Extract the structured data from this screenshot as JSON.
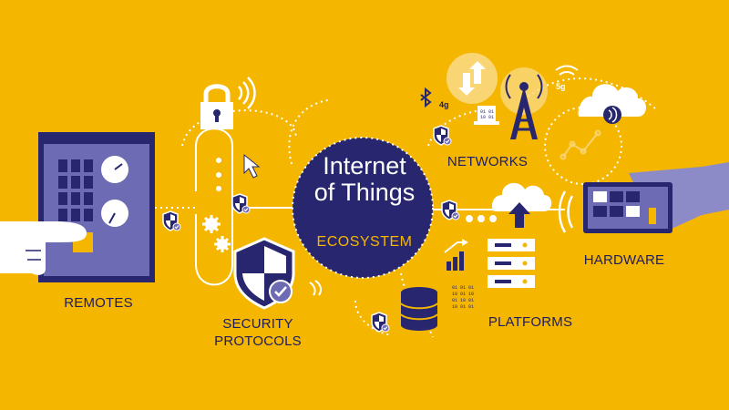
{
  "center": {
    "title": "Internet\nof Things",
    "subtitle": "ECOSYSTEM"
  },
  "labels": {
    "remotes": "REMOTES",
    "security": "SECURITY\nPROTOCOLS",
    "networks": "NETWORKS",
    "platforms": "PLATFORMS",
    "hardware": "HARDWARE"
  },
  "badges": {
    "four_g": "4g",
    "five_g": "5g"
  },
  "colors": {
    "background": "#F5B600",
    "navy": "#27266F",
    "purple": "#6E6BB5",
    "white": "#FFFFFF",
    "lavender": "#8D8BC7"
  },
  "icons": [
    "tablet-remote",
    "lock",
    "wifi",
    "phone-device",
    "cursor",
    "gears",
    "shield",
    "bluetooth",
    "antenna",
    "cloud",
    "trend-graph",
    "server",
    "database",
    "bar-chart",
    "binary-data",
    "hand"
  ]
}
